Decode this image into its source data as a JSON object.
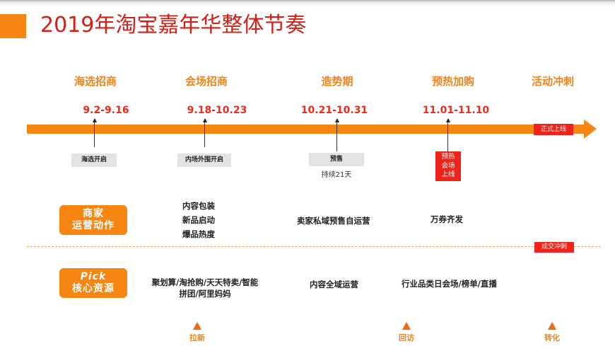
{
  "title": "2019年淘宝嘉年华整体节奏",
  "colors": {
    "accent_orange": "#f68512",
    "title_red": "#d51e16",
    "date_red": "#e82c1d",
    "tag_red": "#f0231b",
    "tag_gray": "#e3e3e3"
  },
  "timeline": {
    "phases": [
      {
        "label": "海选招商",
        "date": "9.2-9.16"
      },
      {
        "label": "会场招商",
        "date": "9.18-10.23"
      },
      {
        "label": "造势期",
        "date": "10.21-10.31"
      },
      {
        "label": "预热加购",
        "date": "11.01-11.10"
      },
      {
        "label": "活动冲刺",
        "date": ""
      }
    ],
    "launch_tag": "正式上线",
    "milestones": [
      {
        "label": "海选开启"
      },
      {
        "label": "内场外围开启"
      },
      {
        "label": "预售",
        "note": "持续21天"
      },
      {
        "label": "预热\n会场\n上线"
      }
    ]
  },
  "rows": {
    "merchant": {
      "badge_line1": "商家",
      "badge_line2": "运营动作",
      "items": [
        {
          "text": [
            "内容包装",
            "新品启动",
            "爆品热度"
          ]
        },
        {
          "text": [
            "卖家私域预售自运营"
          ]
        },
        {
          "text": [
            "万券齐发"
          ]
        }
      ]
    },
    "divider_tag": "成交冲刺",
    "resources": {
      "badge_line1": "Pick",
      "badge_line2": "核心资源",
      "items": [
        {
          "line1": "聚划算/淘抢购/天天特卖/智能",
          "line2": "拼团/阿里妈妈"
        },
        {
          "line1": "内容全域运营"
        },
        {
          "line1": "行业品类日会场/榜单/直播"
        }
      ]
    }
  },
  "goals": [
    {
      "label": "拉新",
      "icon": "triangle-up-icon"
    },
    {
      "label": "回访",
      "icon": "triangle-up-icon"
    },
    {
      "label": "转化",
      "icon": "triangle-up-icon"
    }
  ]
}
